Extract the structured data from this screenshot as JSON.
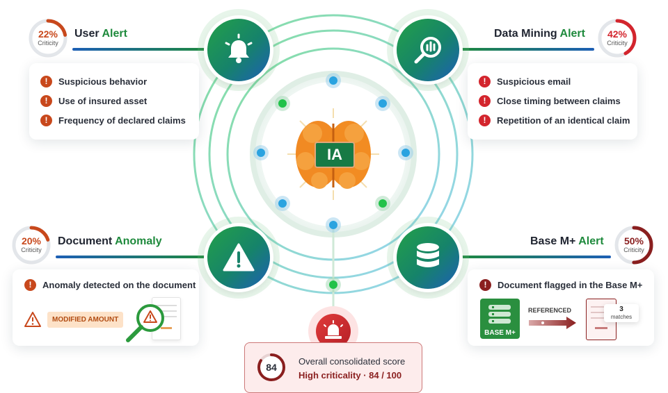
{
  "center": {
    "badge": "IA"
  },
  "user_alert": {
    "title_main": "User ",
    "title_accent": "Alert",
    "gauge": {
      "percent": "22%",
      "label": "Criticity",
      "value": 0.22,
      "color": "#c8481c"
    },
    "items": [
      "Suspicious behavior",
      "Use of insured asset",
      "Frequency of declared claims"
    ]
  },
  "data_mining_alert": {
    "title_main": "Data Mining ",
    "title_accent": "Alert",
    "gauge": {
      "percent": "42%",
      "label": "Criticity",
      "value": 0.42,
      "color": "#d3252d"
    },
    "items": [
      "Suspicious email",
      "Close timing between claims",
      "Repetition of an identical claim"
    ]
  },
  "document_anomaly": {
    "title_main": "Document ",
    "title_accent": "Anomaly",
    "gauge": {
      "percent": "20%",
      "label": "Criticity",
      "value": 0.2,
      "color": "#c8481c"
    },
    "item": "Anomaly detected on the document",
    "chip": "MODIFIED AMOUNT"
  },
  "base_m_alert": {
    "title_main": "Base M+ ",
    "title_accent": "Alert",
    "gauge": {
      "percent": "50%",
      "label": "Criticity",
      "value": 0.5,
      "color": "#8a1f1f"
    },
    "item": "Document flagged in the Base M+",
    "db_label": "BASE M+",
    "arrow_label": "REFERENCED",
    "matches_count": "3",
    "matches_label": "matches"
  },
  "score": {
    "value": "84",
    "gauge_value": 0.84,
    "title": "Overall consolidated score",
    "subtitle": "High criticality · 84 / 100"
  },
  "colors": {
    "accent_green": "#1e8a3c",
    "critical": "#8a1f1f",
    "warn": "#c8481c",
    "alert_red": "#d3252d"
  }
}
